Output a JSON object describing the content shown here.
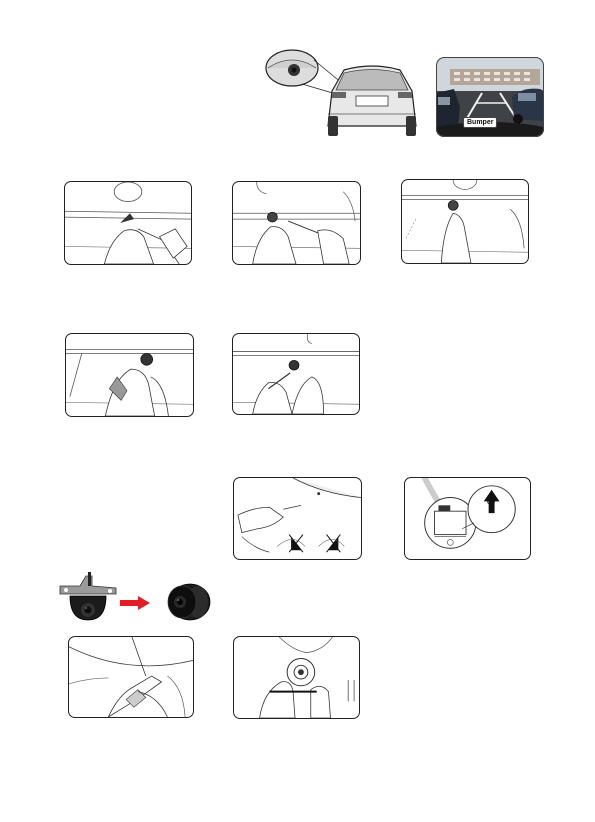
{
  "overview": {
    "bumper_label": "Bumper"
  },
  "orientation": {
    "up_label": "UP"
  },
  "icons": {
    "arrow": "red-right-arrow",
    "arrow_color": "#e31e24"
  }
}
